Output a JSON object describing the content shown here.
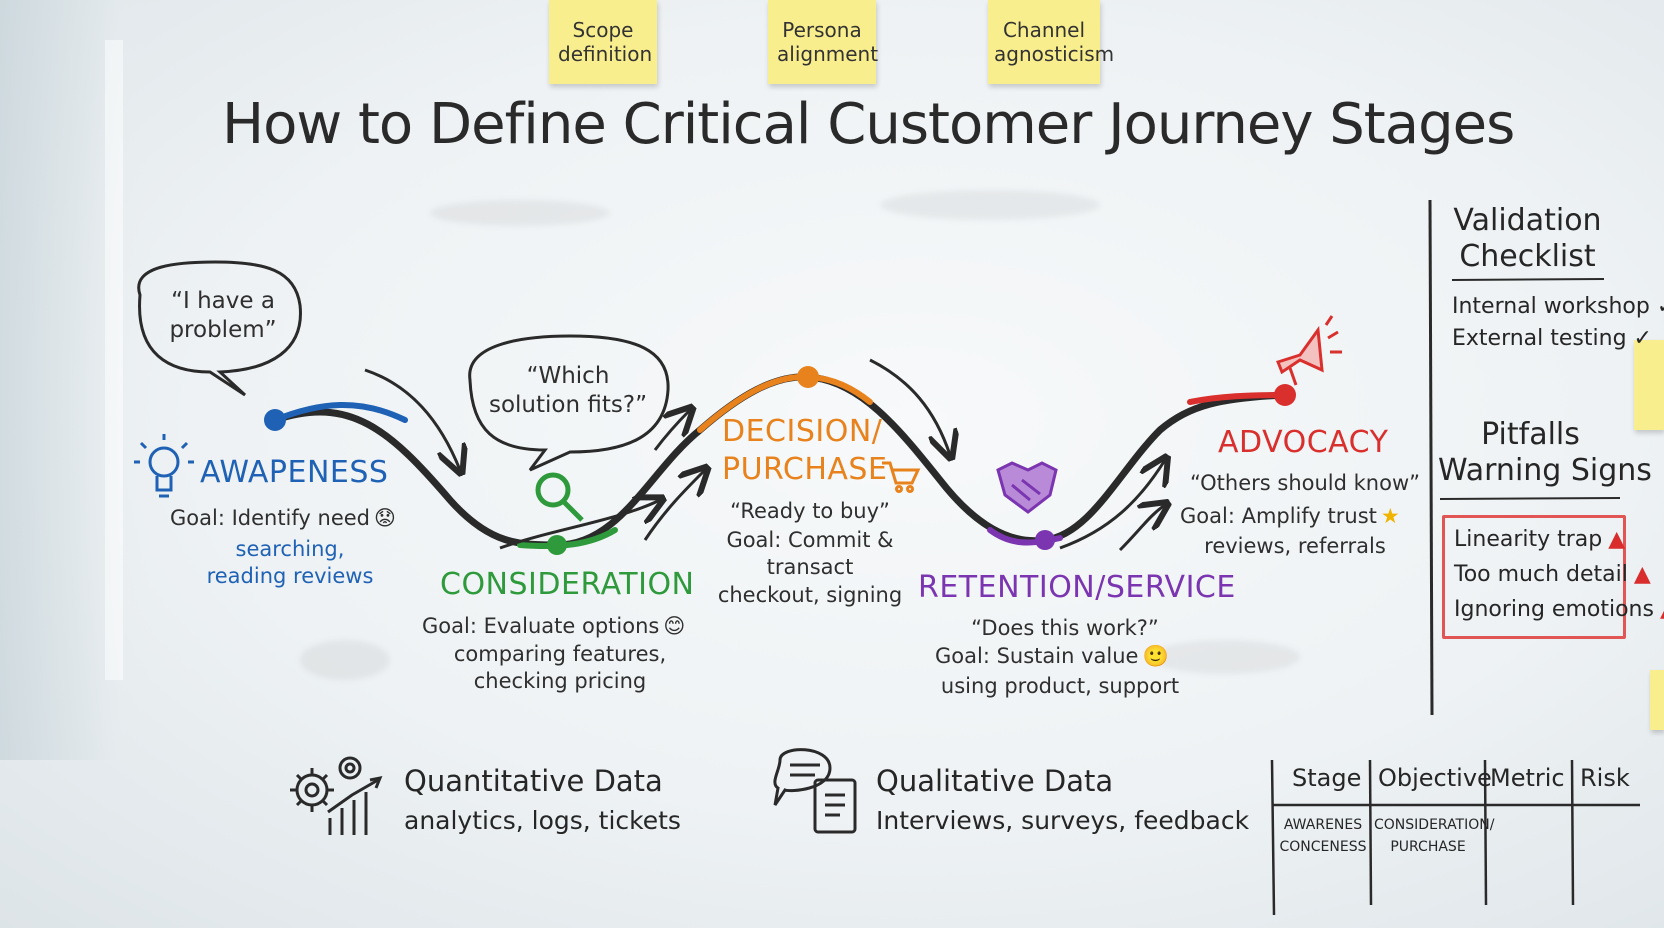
{
  "title": "How to Define Critical Customer Journey Stages",
  "sticky_notes": [
    "Scope definition",
    "Persona alignment",
    "Channel agnosticism"
  ],
  "stages": [
    {
      "name": "AWAPENESS",
      "quote": "“I have a problem”",
      "goal": "Goal: Identify need",
      "activities": [
        "searching,",
        "reading reviews"
      ],
      "color": "#1f62b5"
    },
    {
      "name": "CONSIDERATION",
      "quote": "“Which solution fits?”",
      "goal": "Goal: Evaluate options",
      "activities": [
        "comparing features,",
        "checking pricing"
      ],
      "color": "#2f9a3c"
    },
    {
      "name": "DECISION/",
      "name2": "PURCHASE",
      "quote": "“Ready to buy”",
      "goal": "Goal: Commit &",
      "goal2": "transact",
      "activities": [
        "checkout, signing"
      ],
      "color": "#e8821c"
    },
    {
      "name": "RETENTION/SERVICE",
      "quote": "“Does this work?”",
      "goal": "Goal: Sustain value",
      "activities": [
        "using product, support"
      ],
      "color": "#7b35b0"
    },
    {
      "name": "ADVOCACY",
      "quote": "“Others should know”",
      "goal": "Goal: Amplify trust",
      "activities": [
        "reviews, referrals"
      ],
      "color": "#d9302e"
    }
  ],
  "validation": {
    "title_1": "Validation",
    "title_2": "Checklist",
    "items": [
      "Internal workshop ✓",
      "External testing ✓"
    ]
  },
  "pitfalls": {
    "title_1": "Pitfalls",
    "title_2": "Warning Signs",
    "items": [
      "Linearity trap",
      "Too much detail",
      "Ignoring emotions"
    ]
  },
  "data_sources": [
    {
      "title": "Quantitative Data",
      "subtitle": "analytics, logs, tickets"
    },
    {
      "title": "Qualitative Data",
      "subtitle": "Interviews, surveys, feedback"
    }
  ],
  "table": {
    "headers": [
      "Stage",
      "Objective",
      "Metric",
      "Risk"
    ],
    "row": {
      "col1_a": "AWARENES",
      "col1_b": "CONCENESS",
      "col2_a": "CONSIDERATION/",
      "col2_b": "PURCHASE"
    }
  }
}
